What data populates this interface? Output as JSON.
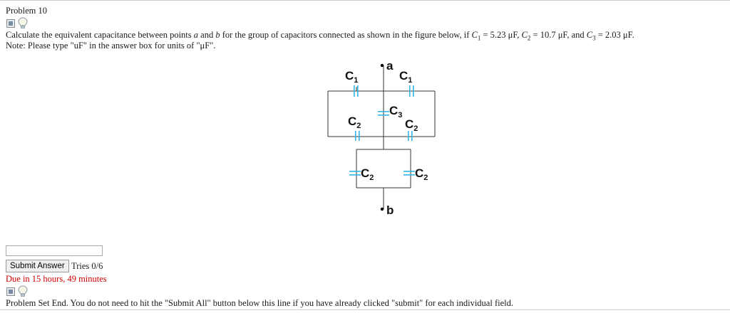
{
  "problem": {
    "title": "Problem 10",
    "question_lead": "Calculate the equivalent capacitance between points ",
    "point_a": "a",
    "and": " and ",
    "point_b": "b",
    "question_mid": " for the group of capacitors connected as shown in the figure below, if ",
    "c1_sym": "C",
    "c1_sub": "1",
    "c1_val": " = 5.23 μF, ",
    "c2_sym": "C",
    "c2_sub": "2",
    "c2_val": " = 10.7 μF, and ",
    "c3_sym": "C",
    "c3_sub": "3",
    "c3_val": " = 2.03 μF.",
    "note": "Note: Please type \"uF\" in the answer box for units of \"μF\"."
  },
  "figure": {
    "label_a": "a",
    "label_b": "b",
    "c1_main": "C",
    "c1_sub": "1",
    "c2_main": "C",
    "c2_sub": "2",
    "c3_main": "C",
    "c3_sub": "3"
  },
  "answer": {
    "value": "",
    "submit_label": "Submit Answer",
    "tries": "Tries 0/6",
    "due": "Due in 15 hours, 49 minutes"
  },
  "footer": {
    "text": "Problem Set End. You do not need to hit the \"Submit All\" button below this line if you have already clicked \"submit\" for each individual field."
  },
  "colors": {
    "capacitor_plate": "#33b5e5",
    "due_text": "#cc0000"
  }
}
